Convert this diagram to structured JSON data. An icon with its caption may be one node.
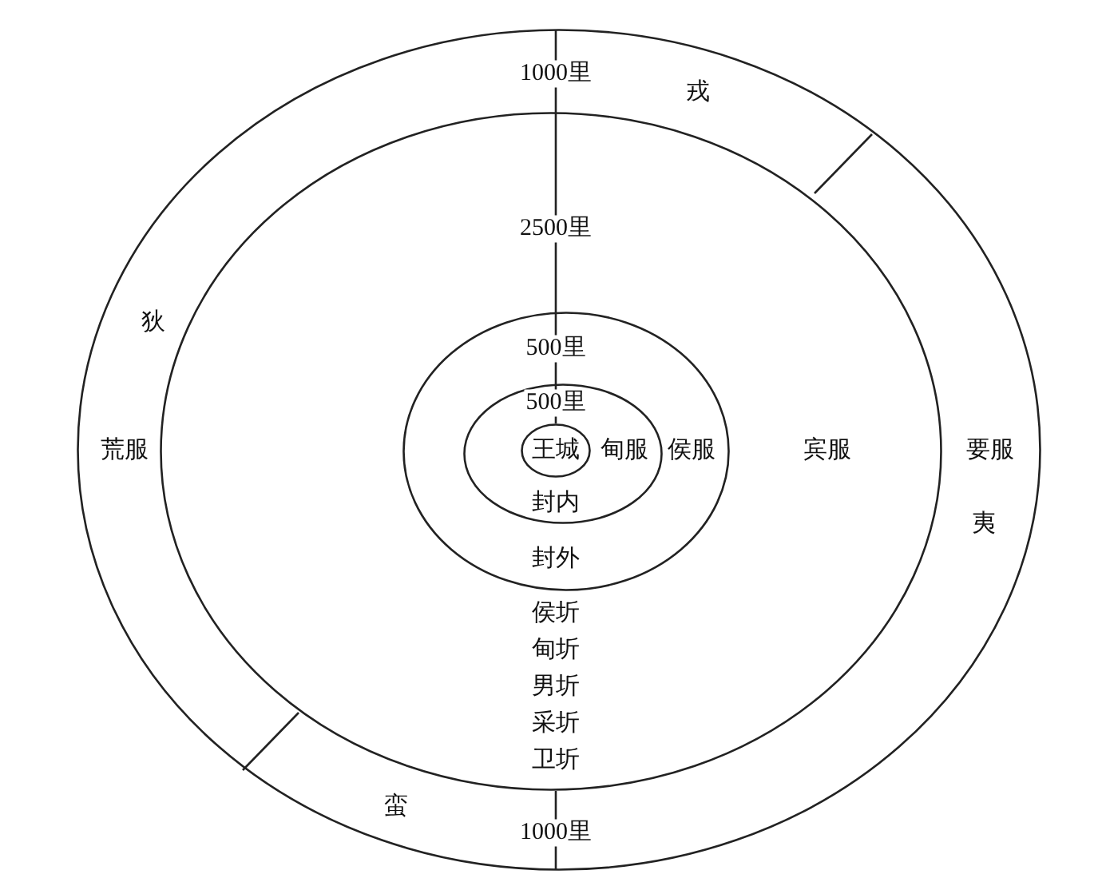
{
  "diagram": {
    "nodes": [
      {
        "text": [
          "荒服",
          "要服"
        ]
      },
      {
        "text": [
          "宾服",
          "侯圻",
          "甸圻",
          "男圻",
          "采圻",
          "卫圻"
        ],
        "in": 0
      },
      {
        "text": [
          "侯服",
          "封外"
        ],
        "in": 1
      },
      {
        "text": [
          "甸服",
          "封内"
        ],
        "in": 2
      },
      {
        "text": [
          "王城"
        ],
        "in": 3
      }
    ],
    "edges": [],
    "labels": [
      "1000里",
      "戎",
      "2500里",
      "狄",
      "500里",
      "500里",
      "夷",
      "蛮",
      "1000里"
    ]
  }
}
